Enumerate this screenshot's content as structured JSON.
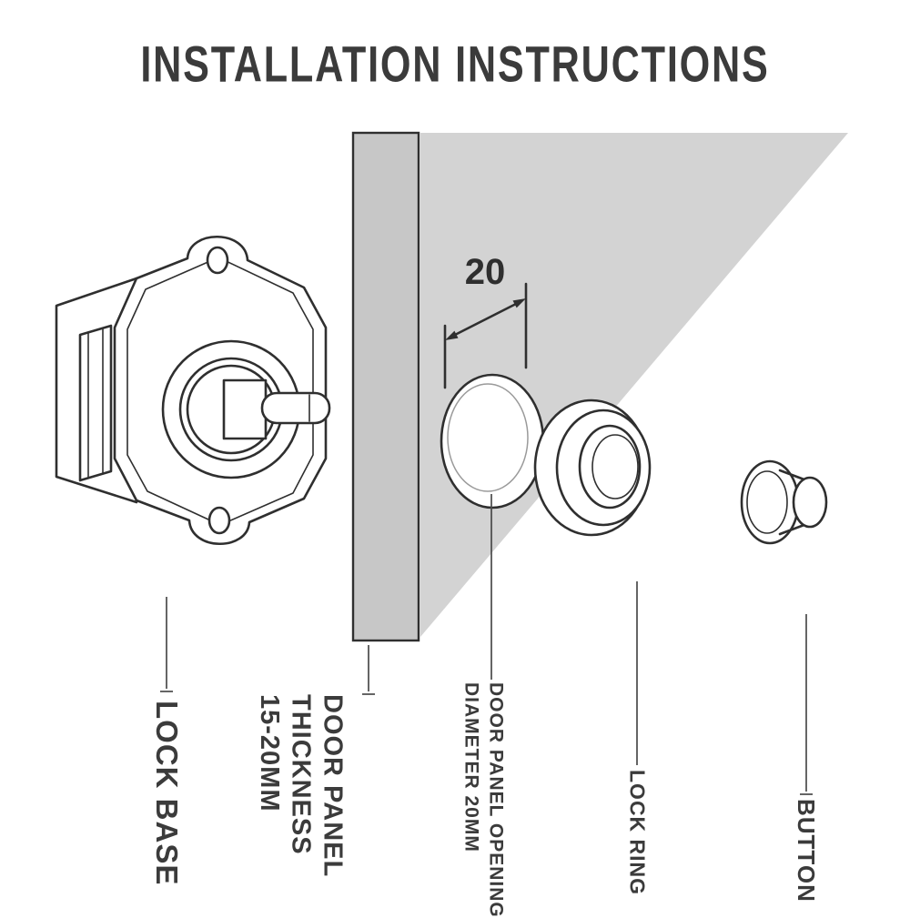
{
  "title": "INSTALLATION INSTRUCTIONS",
  "dimension_label": "20",
  "labels": {
    "lock_base": "LOCK BASE",
    "door_panel": [
      "DOOR PANEL",
      "THICKNESS",
      "15-20MM"
    ],
    "door_opening": [
      "DOOR PANEL OPENING",
      "DIAMETER 20MM"
    ],
    "lock_ring": "LOCK RING",
    "button": "BUTTON"
  },
  "colors": {
    "ink": "#2f2f2f",
    "label_text": "#3b3b3b",
    "panel_gray": "#c7c7c7",
    "shade_gray": "#d3d3d3",
    "leader_gray": "#4a4a4a"
  }
}
